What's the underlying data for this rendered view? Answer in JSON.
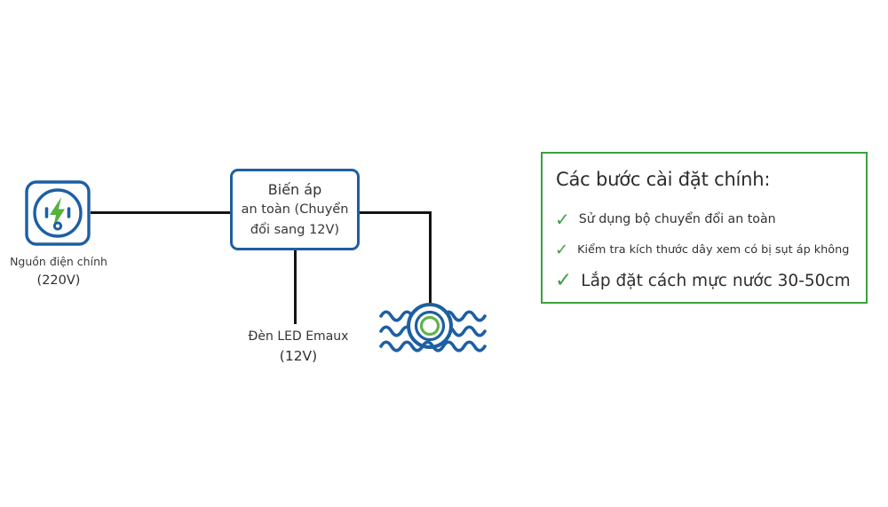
{
  "colors": {
    "blue": "#1d5fa3",
    "green": "#3ba13f",
    "lightning_green": "#55b13c",
    "wire_black": "#141414"
  },
  "diagram": {
    "power_source": {
      "icon": "power-outlet",
      "label": "Nguồn điện chính",
      "voltage": "(220V)"
    },
    "transformer": {
      "line1": "Biến áp",
      "line2": "an toàn (Chuyển",
      "line3": "đổi sang 12V)"
    },
    "led": {
      "label": "Đèn LED Emaux",
      "voltage": "(12V)"
    },
    "pool_light_icon": "underwater-light"
  },
  "checklist": {
    "title": "Các bước cài đặt chính:",
    "check_icon": "✓",
    "items": [
      {
        "text": "Sử dụng bộ chuyển đổi an toàn"
      },
      {
        "text": "Kiểm tra kích thước dây xem có bị sụt áp không"
      },
      {
        "text": "Lắp đặt cách mực nước 30-50cm"
      }
    ]
  }
}
